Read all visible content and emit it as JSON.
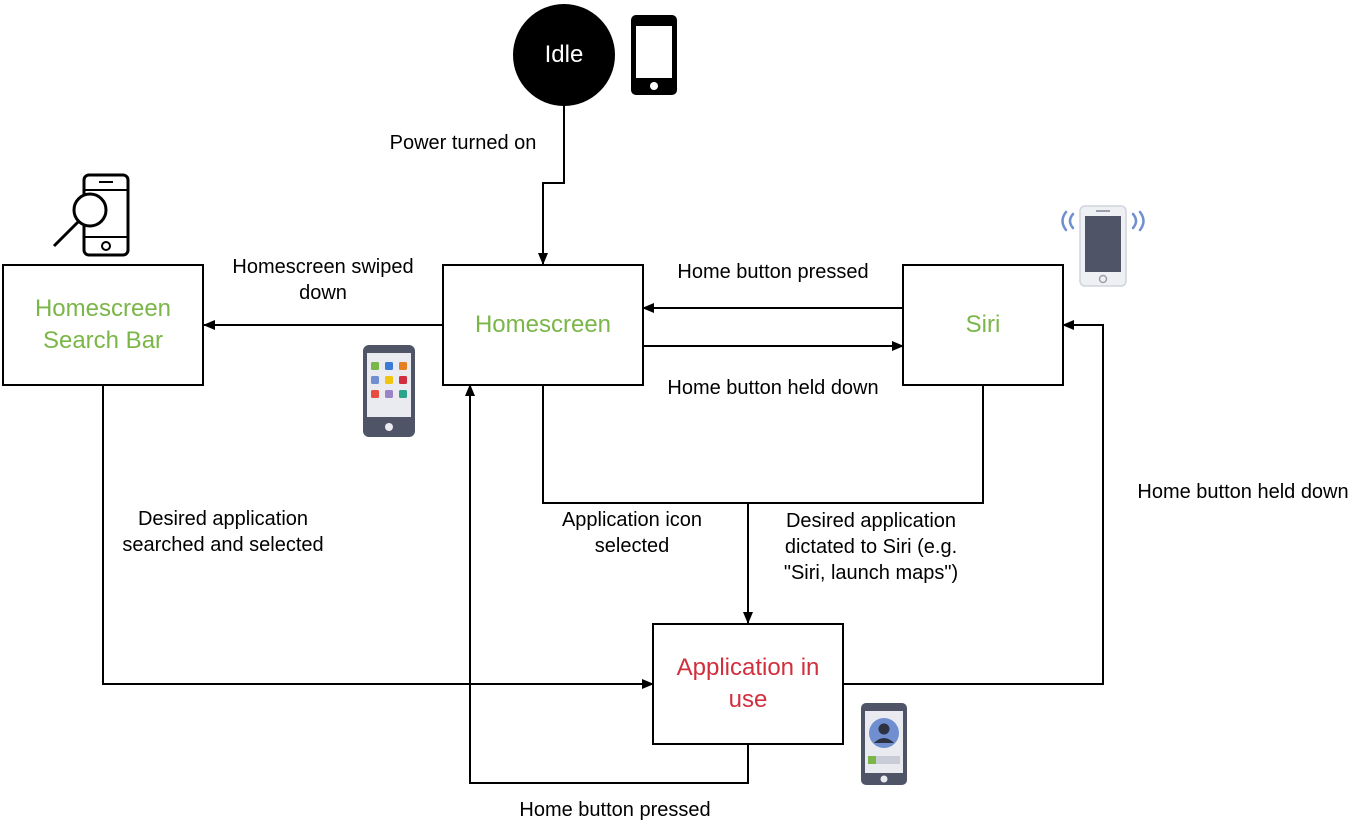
{
  "states": {
    "idle": "Idle",
    "homescreen": "Homescreen",
    "search_bar": "Homescreen\nSearch Bar",
    "siri": "Siri",
    "app_in_use": "Application in\nuse"
  },
  "transitions": {
    "power_on": "Power turned on",
    "swiped_down": "Homescreen swiped\ndown",
    "home_pressed_top": "Home button pressed",
    "home_held_mid": "Home button held down",
    "app_icon_selected": "Application icon\nselected",
    "dictated_siri": "Desired application\ndictated to Siri (e.g.\n\"Siri, launch maps\")",
    "searched_selected": "Desired application\nsearched and selected",
    "home_held_right": "Home button held down",
    "home_pressed_bottom": "Home button pressed"
  },
  "icons": {
    "idle_phone": "phone-icon",
    "search_phone": "phone-search-icon",
    "apps_phone": "phone-apps-icon",
    "siri_phone": "phone-vibrating-icon",
    "contact_phone": "phone-contact-icon"
  },
  "colors": {
    "state_text": "#7ab648",
    "active_state_text": "#d12f3d",
    "line": "#000000"
  }
}
